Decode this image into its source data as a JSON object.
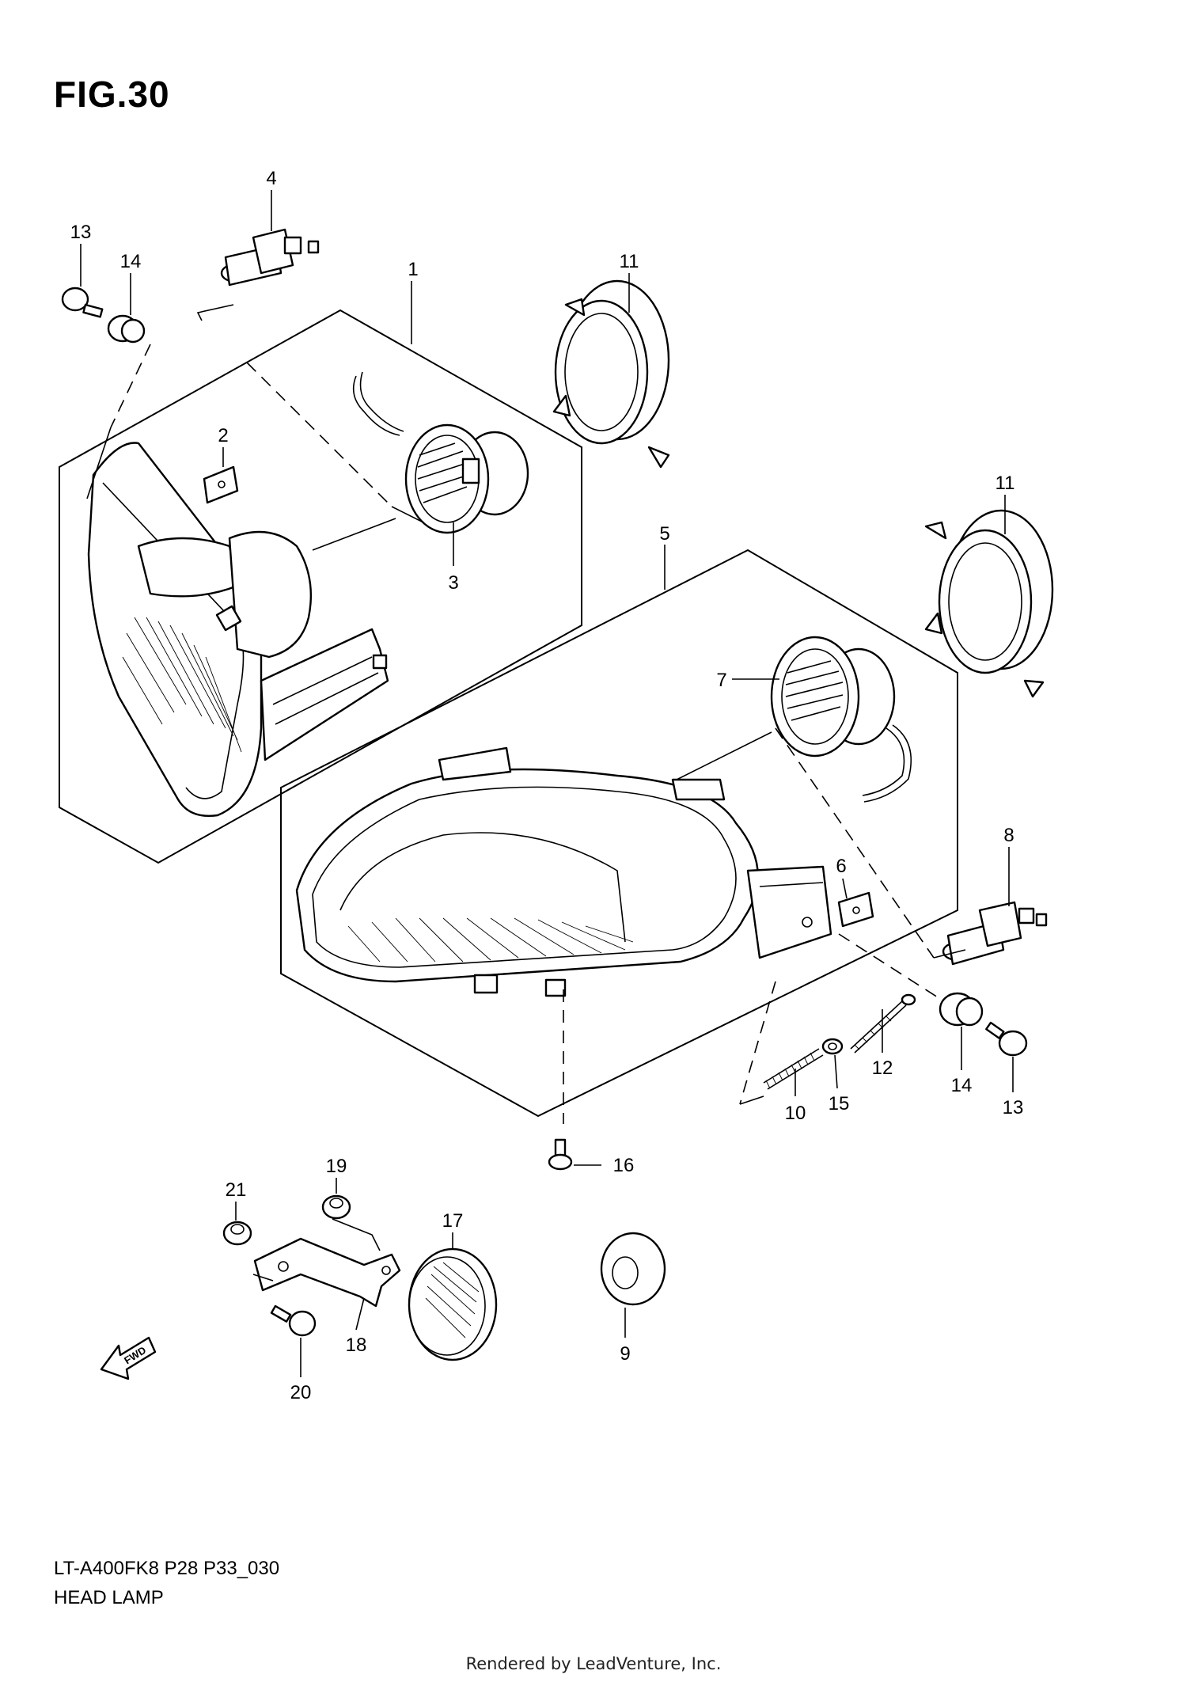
{
  "figure_title": "FIG.30",
  "model_code": "LT-A400FK8 P28 P33_030",
  "assembly_name": "HEAD LAMP",
  "credit": "Rendered by LeadVenture, Inc.",
  "callouts": [
    "1",
    "2",
    "3",
    "4",
    "5",
    "6",
    "7",
    "8",
    "9",
    "10",
    "11",
    "11",
    "12",
    "13",
    "13",
    "14",
    "14",
    "15",
    "16",
    "17",
    "18",
    "19",
    "20",
    "21"
  ],
  "fwd_label": "FWD"
}
